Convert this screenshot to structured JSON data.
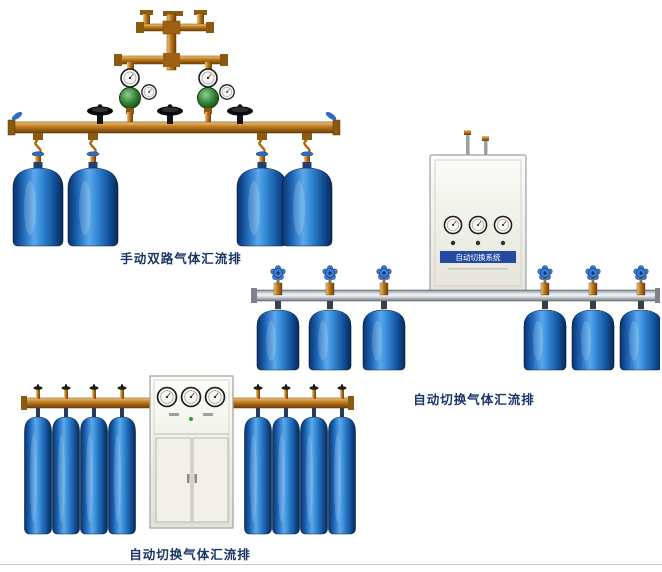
{
  "products": [
    {
      "name": "manual-dual-manifold",
      "caption": "手动双路气体汇流排"
    },
    {
      "name": "auto-switch-manifold-a",
      "caption": "自动切换气体汇流排",
      "cabinet_label": "自动切换系统"
    },
    {
      "name": "auto-switch-manifold-b",
      "caption": "自动切换气体汇流排"
    }
  ],
  "colors": {
    "caption-color": "#1a3568",
    "cylinder-blue": "#1e66b8",
    "brass": "#b06a14",
    "steel-pipe": "#c8ced3",
    "cabinet": "#f2f2ec",
    "label-plate-blue": "#234a9e"
  }
}
